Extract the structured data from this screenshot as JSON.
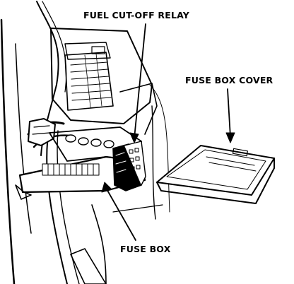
{
  "callouts": {
    "fuel_cut_off_relay": "FUEL CUT-OFF RELAY",
    "fuse_box_cover": "FUSE BOX COVER",
    "fuse_box": "FUSE BOX"
  },
  "colors": {
    "ink": "#000000",
    "paper": "#ffffff"
  }
}
